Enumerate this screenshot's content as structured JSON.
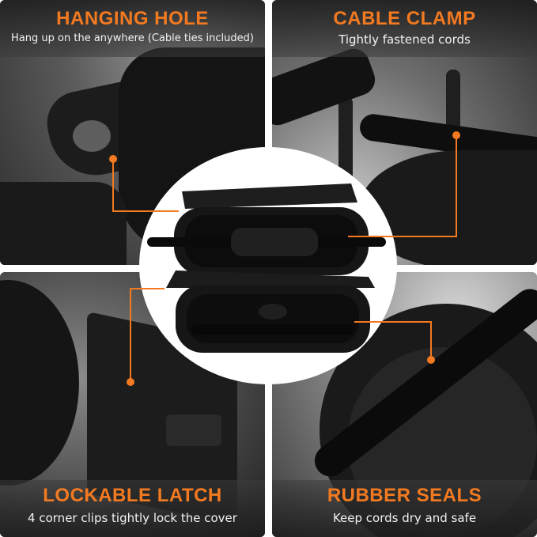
{
  "colors": {
    "accent": "#f37a20",
    "caption": "#f2f2f2",
    "product": "#181818"
  },
  "features": {
    "hanging_hole": {
      "title": "HANGING HOLE",
      "subtitle": "Hang up on the anywhere (Cable ties included)"
    },
    "cable_clamp": {
      "title": "CABLE CLAMP",
      "subtitle": "Tightly fastened cords"
    },
    "lockable_latch": {
      "title": "LOCKABLE LATCH",
      "subtitle": "4 corner clips tightly lock the cover"
    },
    "rubber_seals": {
      "title": "RUBBER SEALS",
      "subtitle": "Keep cords dry and safe"
    }
  }
}
